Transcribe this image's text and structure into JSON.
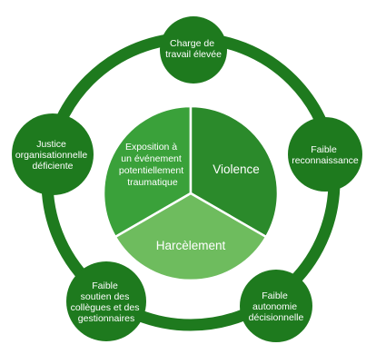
{
  "colors": {
    "ring": "#1e7a1e",
    "node": "#1e7a1e",
    "sector_dark": "#2b8a2b",
    "sector_medium": "#3aa13a",
    "sector_light": "#6ebc5e",
    "text": "#ffffff"
  },
  "outer_nodes": [
    {
      "id": "top",
      "lines": [
        "Charge de",
        "travail élevée"
      ]
    },
    {
      "id": "right",
      "lines": [
        "Faible",
        "reconnaissance"
      ]
    },
    {
      "id": "bottom-right",
      "lines": [
        "Faible",
        "autonomie",
        "décisionnelle"
      ]
    },
    {
      "id": "bottom-left",
      "lines": [
        "Faible",
        "soutien des",
        "collègues et des",
        "gestionnaires"
      ]
    },
    {
      "id": "left",
      "lines": [
        "Justice",
        "organisationnelle",
        "déficiente"
      ]
    }
  ],
  "core": {
    "left": {
      "lines": [
        "Exposition à",
        "un événement",
        "potentiellement",
        "traumatique"
      ]
    },
    "right": {
      "lines": [
        "Violence"
      ]
    },
    "bottom": {
      "lines": [
        "Harcèlement"
      ]
    }
  }
}
